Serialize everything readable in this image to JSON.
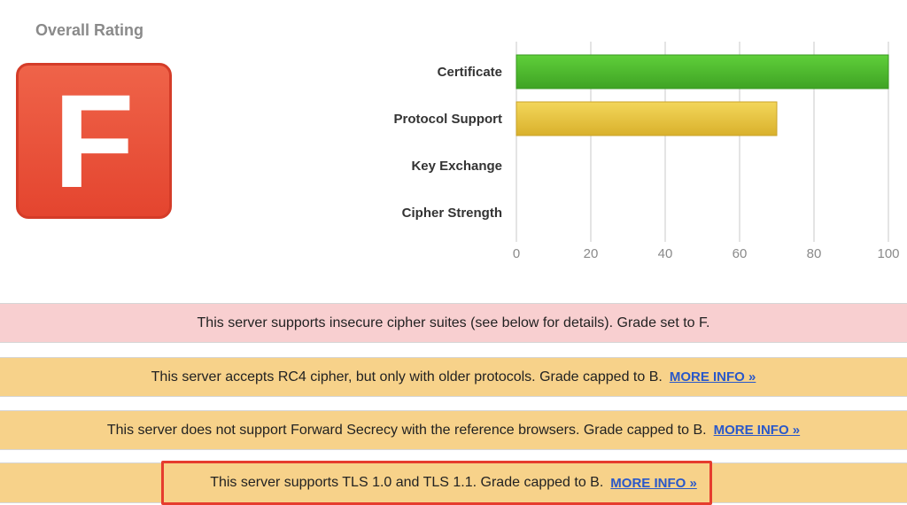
{
  "overall": {
    "title": "Overall Rating",
    "grade": "F",
    "grade_color": "#e74c3c"
  },
  "chart_data": {
    "type": "bar",
    "orientation": "horizontal",
    "categories": [
      "Certificate",
      "Protocol Support",
      "Key Exchange",
      "Cipher Strength"
    ],
    "values": [
      100,
      70,
      0,
      0
    ],
    "xticks": [
      "0",
      "20",
      "40",
      "60",
      "80",
      "100"
    ],
    "xlim": [
      0,
      100
    ],
    "colors": [
      "#4cb82c",
      "#e8c33c",
      "#4cb82c",
      "#4cb82c"
    ],
    "grid": true
  },
  "messages": [
    {
      "text": "This server supports insecure cipher suites (see below for details). Grade set to F.",
      "link": "",
      "bg": "#f8cfd0"
    },
    {
      "text": "This server accepts RC4 cipher, but only with older protocols. Grade capped to B.",
      "link": "MORE INFO »",
      "bg": "#f7d28a"
    },
    {
      "text": "This server does not support Forward Secrecy with the reference browsers. Grade capped to B.",
      "link": "MORE INFO »",
      "bg": "#f7d28a"
    },
    {
      "text": "This server supports TLS 1.0 and TLS 1.1. Grade capped to B.",
      "link": "MORE INFO »",
      "bg": "#f7d28a"
    }
  ]
}
